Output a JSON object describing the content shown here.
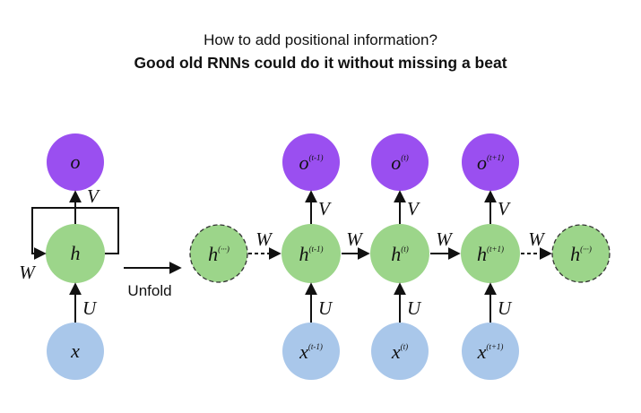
{
  "title": "How to add positional information?",
  "subtitle": "Good old RNNs could do it without missing a beat",
  "folded": {
    "output": {
      "base": "o",
      "sup": ""
    },
    "hidden": {
      "base": "h",
      "sup": ""
    },
    "input": {
      "base": "x",
      "sup": ""
    },
    "weight_recurrent": "W",
    "weight_output": "V",
    "weight_input": "U"
  },
  "unfold_label": "Unfold",
  "unrolled": {
    "prev_hidden": {
      "base": "h",
      "sup": "(···)"
    },
    "next_hidden": {
      "base": "h",
      "sup": "(···)"
    },
    "steps": [
      {
        "output": {
          "base": "o",
          "sup": "(t-1)"
        },
        "hidden": {
          "base": "h",
          "sup": "(t-1)"
        },
        "input": {
          "base": "x",
          "sup": "(t-1)"
        }
      },
      {
        "output": {
          "base": "o",
          "sup": "(t)"
        },
        "hidden": {
          "base": "h",
          "sup": "(t)"
        },
        "input": {
          "base": "x",
          "sup": "(t)"
        }
      },
      {
        "output": {
          "base": "o",
          "sup": "(t+1)"
        },
        "hidden": {
          "base": "h",
          "sup": "(t+1)"
        },
        "input": {
          "base": "x",
          "sup": "(t+1)"
        }
      }
    ],
    "weight_recurrent": "W",
    "weight_output": "V",
    "weight_input": "U"
  },
  "colors": {
    "output_node": "#9a4ff0",
    "hidden_node": "#9cd58a",
    "input_node": "#a9c7ea",
    "edge": "#111111"
  }
}
